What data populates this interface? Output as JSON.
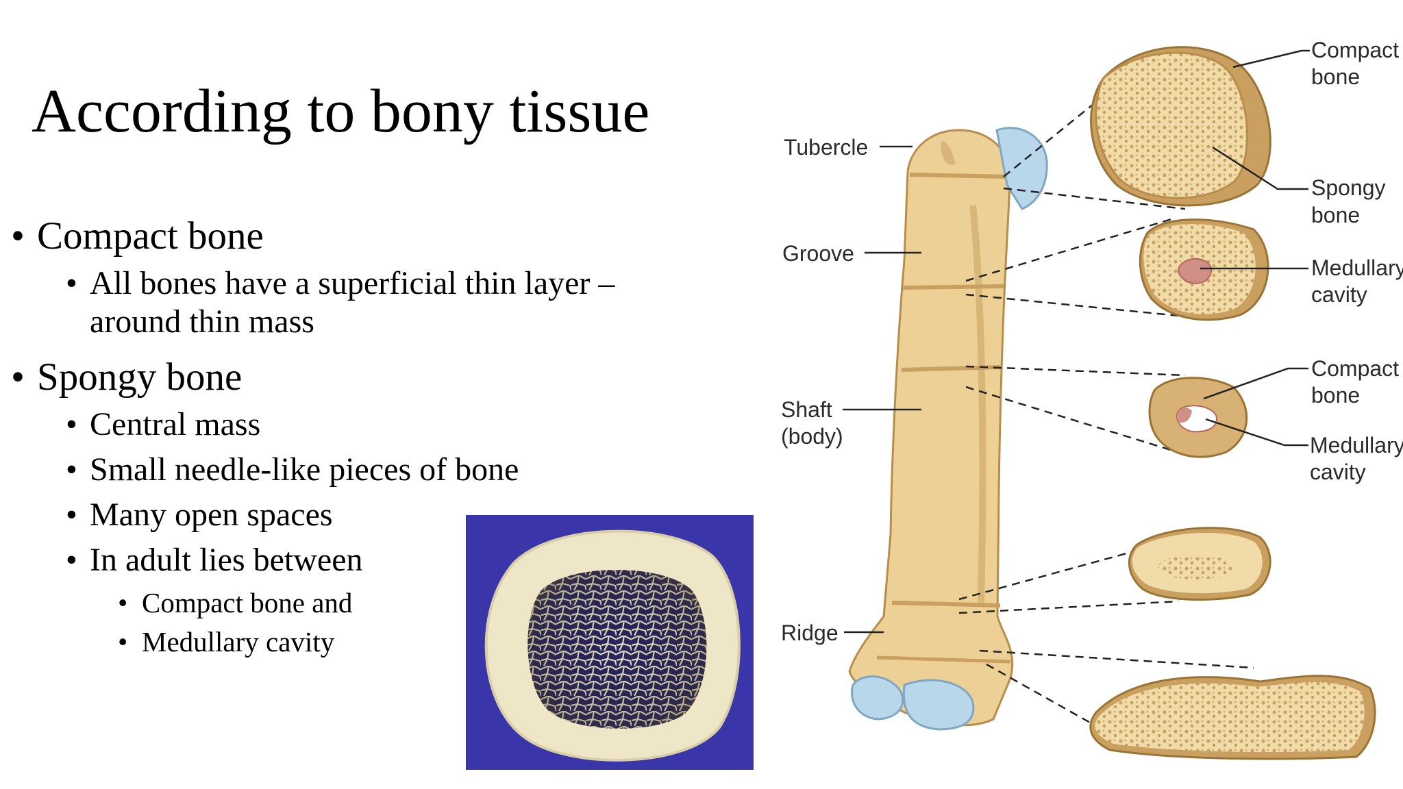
{
  "slide": {
    "title": "According to bony tissue",
    "bullets": {
      "compact": {
        "heading": "Compact bone",
        "sub1_line1": "All bones have a superficial thin layer –",
        "sub1_line2": "around thin mass"
      },
      "spongy": {
        "heading": "Spongy bone",
        "items": [
          "Central mass",
          "Small needle-like pieces of bone",
          "Many open spaces",
          "In adult lies between"
        ],
        "subitems": [
          "Compact bone and",
          "Medullary cavity"
        ]
      }
    },
    "bullet_glyph": "•"
  },
  "diagram": {
    "left_labels": {
      "tubercle": "Tubercle",
      "groove": "Groove",
      "shaft_line1": "Shaft",
      "shaft_line2": "(body)",
      "ridge": "Ridge"
    },
    "right_labels": {
      "compact1_line1": "Compact",
      "compact1_line2": "bone",
      "spongy_line1": "Spongy",
      "spongy_line2": "bone",
      "medullary1_line1": "Medullary",
      "medullary1_line2": "cavity",
      "compact2_line1": "Compact",
      "compact2_line2": "bone",
      "medullary2_line1": "Medullary",
      "medullary2_line2": "cavity"
    }
  },
  "colors": {
    "bone_fill": "#ecd096",
    "bone_shadow": "#c9a060",
    "cartilage": "#b9d7ea",
    "spongy": "#c9a467",
    "marrow": "#d08f85",
    "photo_bg": "#3a35a8",
    "photo_bone": "#efe6c8"
  }
}
